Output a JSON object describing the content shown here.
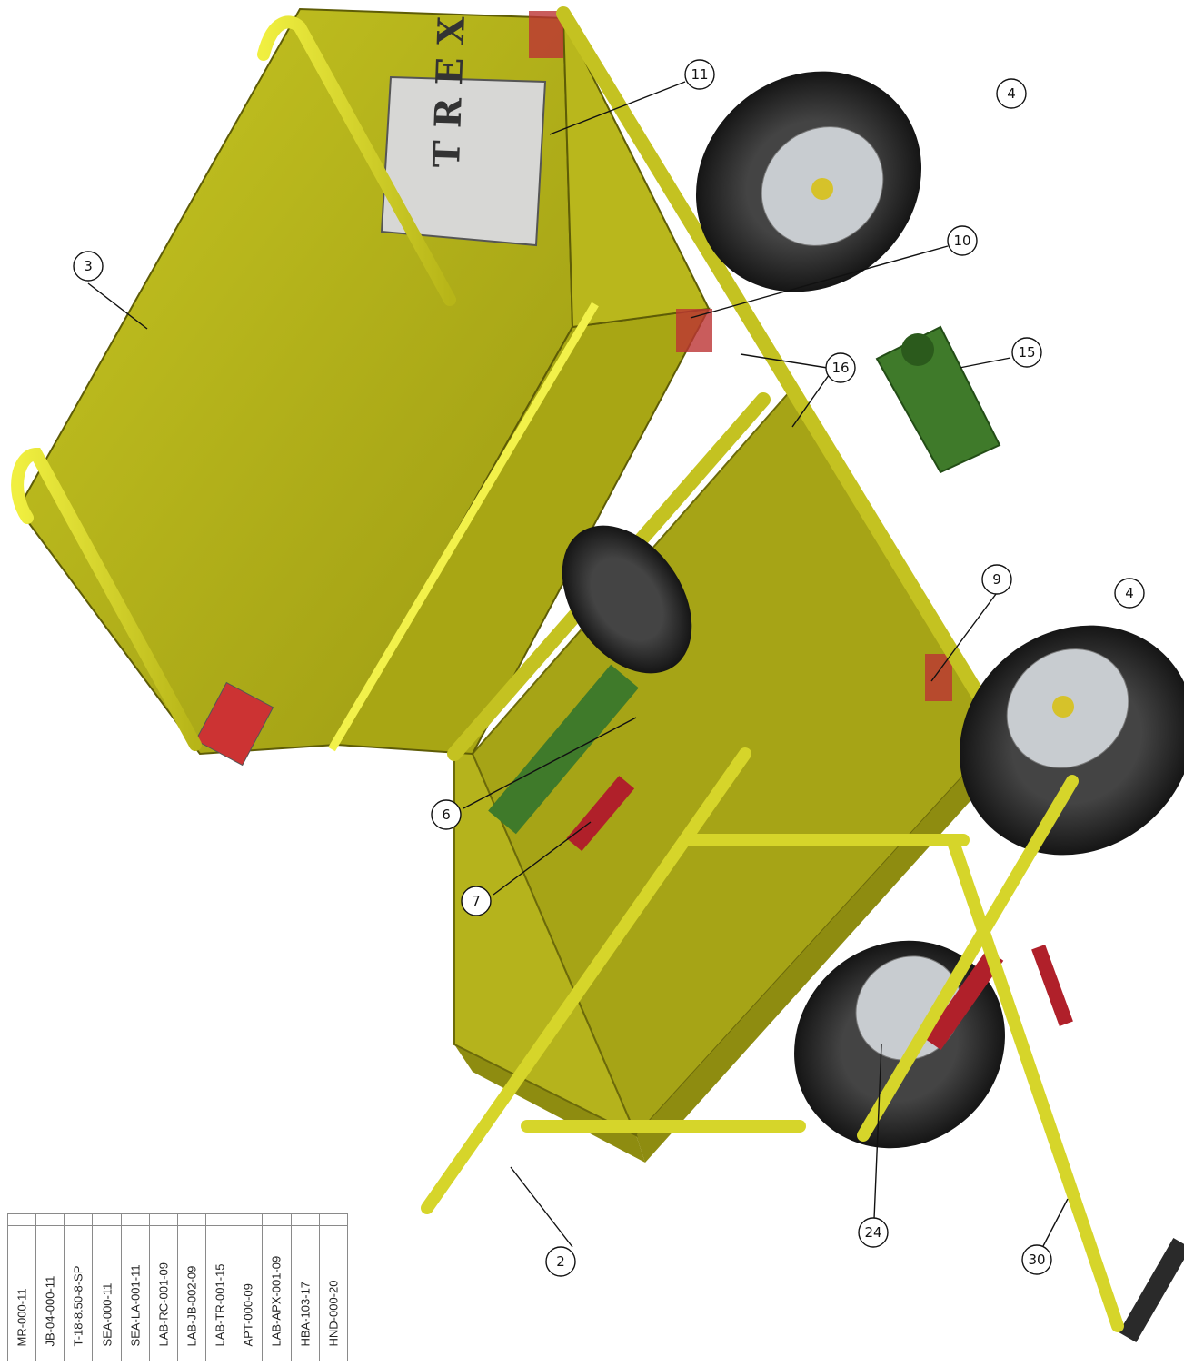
{
  "callouts": [
    {
      "id": "c3",
      "label": "3"
    },
    {
      "id": "c11",
      "label": "11"
    },
    {
      "id": "c4a",
      "label": "4"
    },
    {
      "id": "c10",
      "label": "10"
    },
    {
      "id": "c15",
      "label": "15"
    },
    {
      "id": "c16",
      "label": "16"
    },
    {
      "id": "c9",
      "label": "9"
    },
    {
      "id": "c4b",
      "label": "4"
    },
    {
      "id": "c6",
      "label": "6"
    },
    {
      "id": "c7",
      "label": "7"
    },
    {
      "id": "c24",
      "label": "24"
    },
    {
      "id": "c2",
      "label": "2"
    },
    {
      "id": "c30",
      "label": "30"
    }
  ],
  "part_numbers": [
    "MR-000-11",
    "JB-04-000-11",
    "T-18-8.50-8-SP",
    "SEA-000-11",
    "SEA-LA-001-11",
    "LAB-RC-001-09",
    "LAB-JB-002-09",
    "LAB-TR-001-15",
    "APT-000-09",
    "LAB-APX-001-09",
    "HBA-103-17",
    "HND-000-20"
  ],
  "colors": {
    "body_yellow": "#b5b41a",
    "rail_yellow": "#dcdc2a",
    "accent_green": "#3f7a2a",
    "accent_red": "#b0202a",
    "tire_black": "#2a2a2a",
    "rim_gray": "#c8ccd0"
  }
}
